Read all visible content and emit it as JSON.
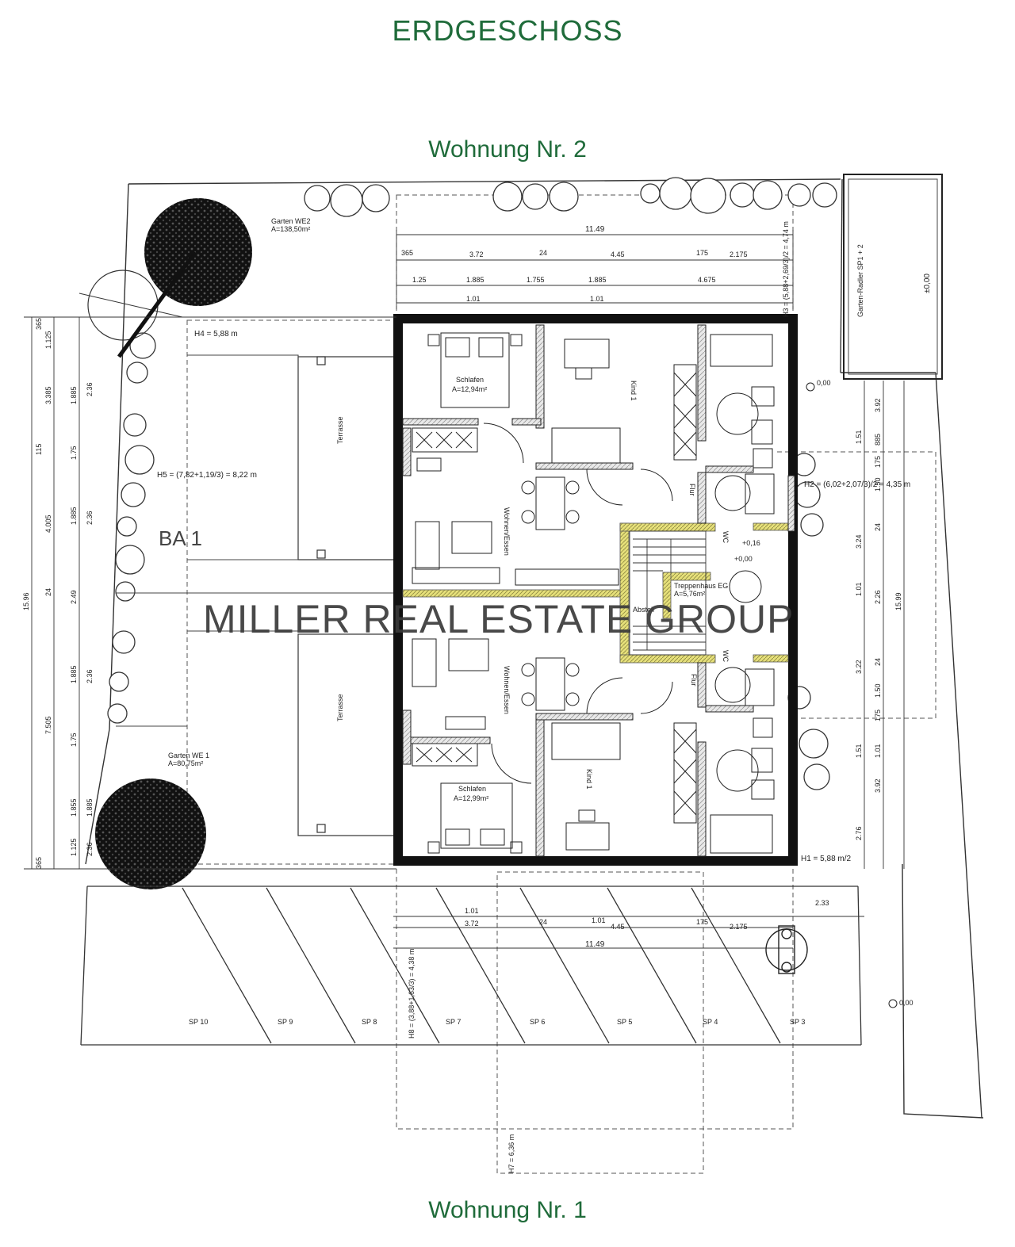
{
  "title": "ERDGESCHOSS",
  "unit_top": "Wohnung Nr. 2",
  "unit_bottom": "Wohnung Nr. 1",
  "watermark": "MILLER REAL ESTATE GROUP",
  "section_label": "BA 1",
  "dimensions": {
    "top_total": "11.49",
    "top_row1": [
      "365",
      "3.72",
      "24",
      "4.45",
      "175",
      "2.175"
    ],
    "top_row2": [
      "1.25",
      "1.885",
      "1.755",
      "1.885",
      "4.675"
    ],
    "top_row3": [
      "1.01",
      "1.01"
    ],
    "bottom_total": "11.49",
    "bottom_row1": [
      "1.01",
      "1.01",
      "2.33"
    ],
    "bottom_row2": [
      "3.72",
      "24",
      "4.45",
      "175",
      "2.175"
    ],
    "left_total": "15.96",
    "left_a": [
      "365",
      "1.125",
      "3.385",
      "115",
      "4.005",
      "24",
      "7.505",
      "1.855",
      "1.125",
      "365"
    ],
    "left_b": [
      "2.36",
      "1.885",
      "1.75",
      "1.885",
      "2.36",
      "2.49",
      "1.885",
      "2.36",
      "1.75",
      "1.885",
      "2.36"
    ],
    "right_total": "15.99",
    "right_a": [
      "3.92",
      "1.51",
      "885",
      "175",
      "1.50",
      "24",
      "3.24",
      "1.01",
      "2.26",
      "3.22",
      "24",
      "1.50",
      "175",
      "1.51",
      "1.01",
      "3.92",
      "2.76"
    ]
  },
  "heights": {
    "h1": "H1 = 5,88 m/2",
    "h2": "H2 = (6,02+2,07/3)/2 = 4,35 m",
    "h4": "H4 = 5,88 m",
    "h5": "H5 = (7,82+1,19/3) = 8,22 m",
    "h7": "H7 = 6,36 m",
    "h8": "H8 = (3,88+1,63/3) = 4,38 m",
    "h3": "H3 = (5,88+2,69/3)/2 = 4,74 m"
  },
  "rooms": {
    "schlafen_top": "Schlafen",
    "schlafen_top_area": "A=12,94m²",
    "kind_top": "Kind 1",
    "wohnen_top": "Wohnen/Essen",
    "flur_top": "Flur",
    "wc_top": "WC",
    "treppenhaus": "Treppenhaus EG",
    "treppenhaus_area": "A=5,76m²",
    "abstell": "Abstell",
    "wohnen_bottom": "Wohnen/Essen",
    "schlafen_bottom": "Schlafen",
    "schlafen_bottom_area": "A=12,99m²",
    "kind_bottom": "Kind 1",
    "flur_bottom": "Flur",
    "wc_bottom": "WC",
    "garten_we2": "Garten WE2",
    "garten_we2_area": "A=138,50m²",
    "garten_we1": "Garten WE 1",
    "garten_we1_area": "A=80,75m²",
    "terrasse": "Terrasse",
    "freiflaeche": "Garten-Radler SP1 + 2",
    "elev_right": "±0,00",
    "elev_0": "0,00",
    "elev_mid": "+0,16",
    "elev_mid2": "+0,00",
    "elev_bottom": "0,00"
  },
  "parking": [
    "SP 10",
    "SP 9",
    "SP 8",
    "SP 7",
    "SP 6",
    "SP 5",
    "SP 4",
    "SP 3"
  ]
}
